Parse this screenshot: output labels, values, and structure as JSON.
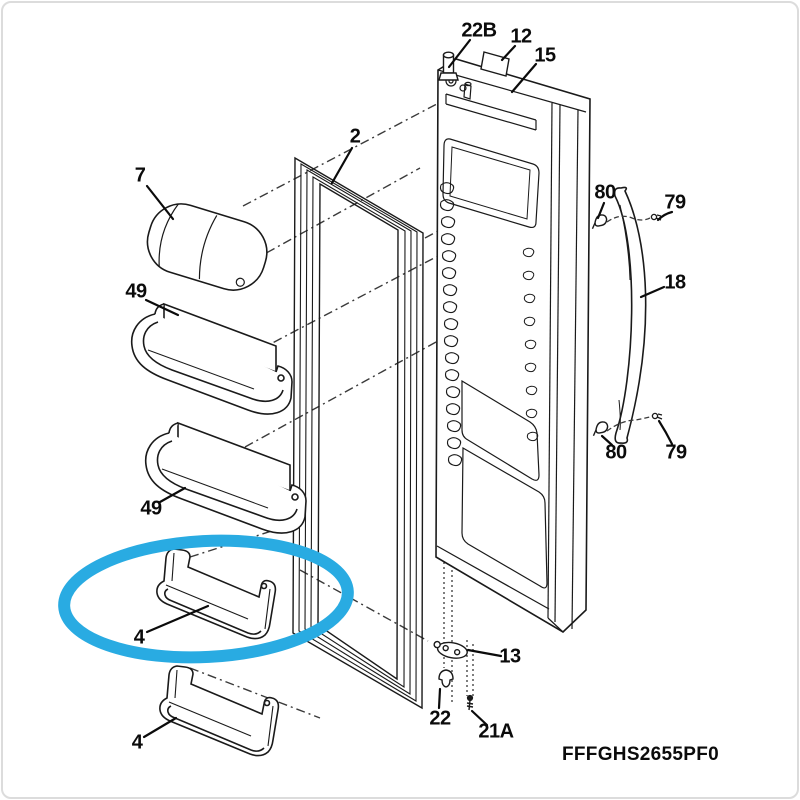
{
  "diagram": {
    "model_number": "FFFGHS2655PF0",
    "highlight_color": "#29abe2",
    "line_color": "#1a1a1a",
    "background_color": "#ffffff",
    "labels": [
      {
        "id": "22B",
        "text": "22B"
      },
      {
        "id": "12",
        "text": "12"
      },
      {
        "id": "15",
        "text": "15"
      },
      {
        "id": "2",
        "text": "2"
      },
      {
        "id": "7",
        "text": "7"
      },
      {
        "id": "49-upper",
        "text": "49"
      },
      {
        "id": "49-lower",
        "text": "49"
      },
      {
        "id": "4-highlighted",
        "text": "4"
      },
      {
        "id": "4-bottom",
        "text": "4"
      },
      {
        "id": "80-top",
        "text": "80"
      },
      {
        "id": "79-top",
        "text": "79"
      },
      {
        "id": "18",
        "text": "18"
      },
      {
        "id": "80-bottom",
        "text": "80"
      },
      {
        "id": "79-bottom",
        "text": "79"
      },
      {
        "id": "13",
        "text": "13"
      },
      {
        "id": "22",
        "text": "22"
      },
      {
        "id": "21A",
        "text": "21A"
      }
    ]
  }
}
